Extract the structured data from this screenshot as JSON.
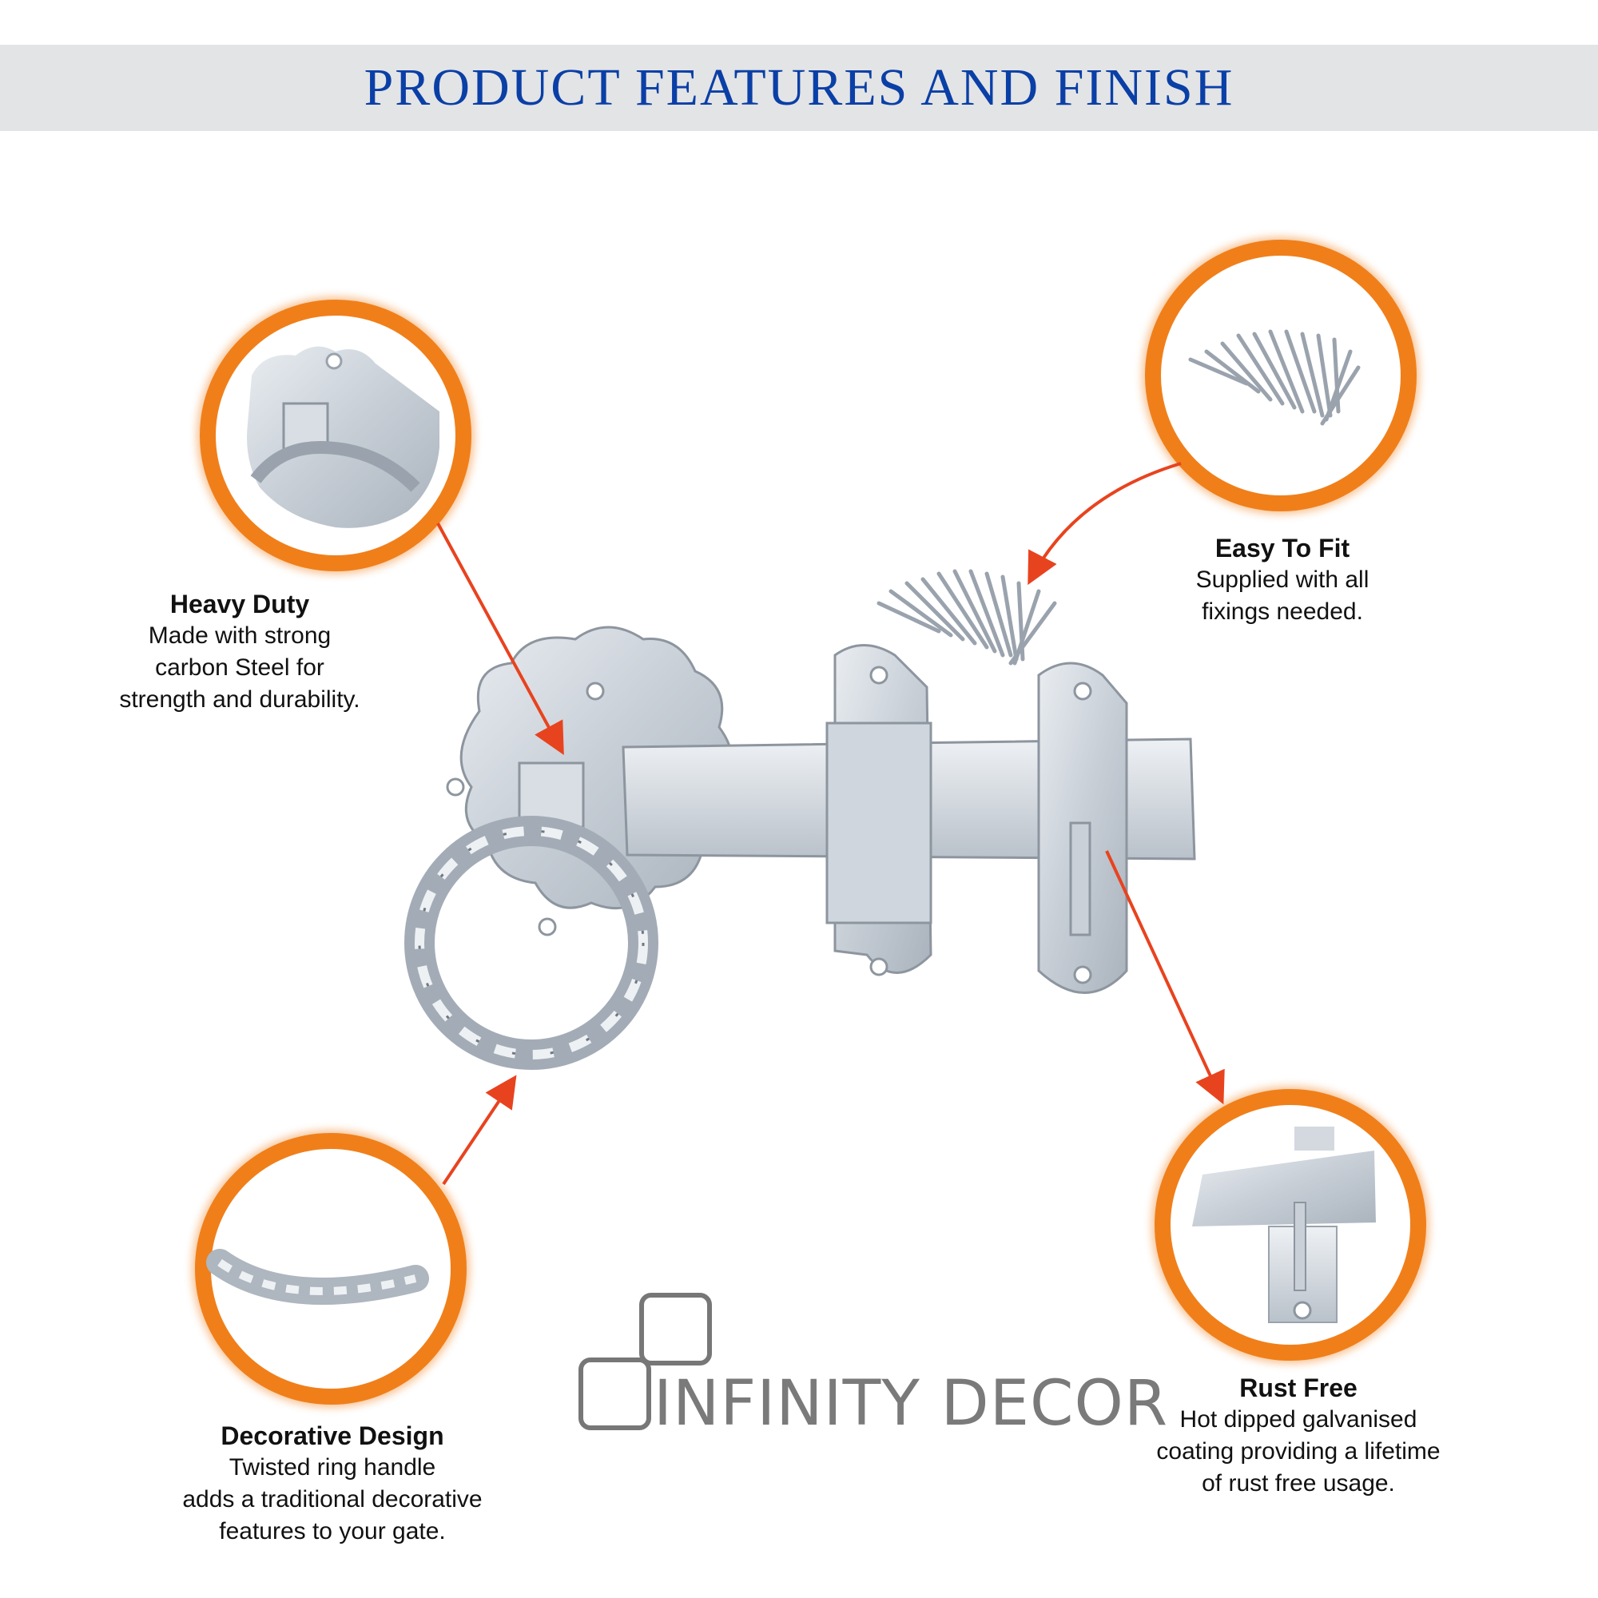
{
  "header": {
    "title": "PRODUCT FEATURES AND FINISH"
  },
  "accent_color": "#f07f1a",
  "arrow_color": "#e8431f",
  "title_color": "#0a3fa6",
  "features": {
    "heavy_duty": {
      "title": "Heavy Duty",
      "lines": [
        "Made with strong",
        "carbon Steel for",
        "strength and durability."
      ]
    },
    "easy_to_fit": {
      "title": "Easy To Fit",
      "lines": [
        "Supplied with all",
        "fixings needed."
      ]
    },
    "decorative": {
      "title": "Decorative Design",
      "lines": [
        "Twisted ring handle",
        "adds a traditional decorative",
        "features to your gate."
      ]
    },
    "rust_free": {
      "title": "Rust Free",
      "lines": [
        "Hot dipped galvanised",
        "coating providing a lifetime",
        "of rust free usage."
      ]
    }
  },
  "brand": {
    "name": "INFINITY DECOR"
  }
}
